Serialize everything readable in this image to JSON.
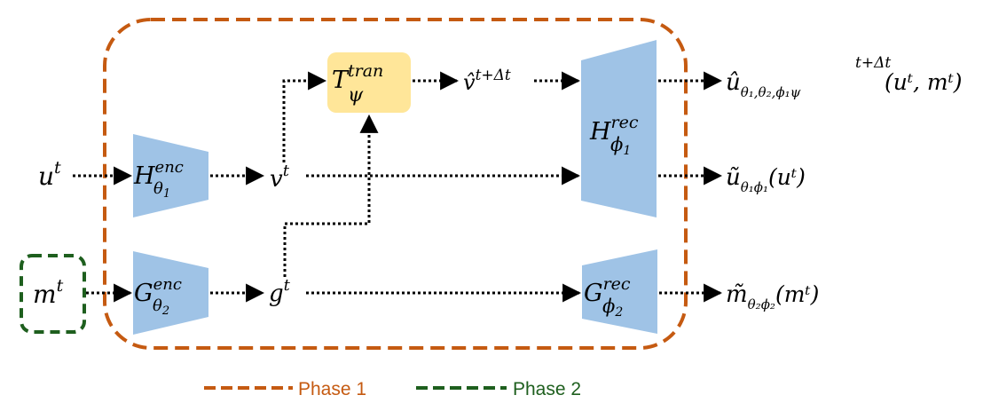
{
  "colors": {
    "phase1": "#c55a11",
    "phase2": "#1e5f1e",
    "encoder_fill": "#9fc3e6",
    "transition_fill": "#ffe699",
    "line": "#000000"
  },
  "inputs": {
    "u": {
      "base": "u",
      "sup": "t"
    },
    "m": {
      "base": "m",
      "sup": "t"
    }
  },
  "blocks": {
    "h_enc": {
      "base": "H",
      "sup": "enc",
      "sub": "θ",
      "subsub": "1"
    },
    "g_enc": {
      "base": "G",
      "sup": "enc",
      "sub": "θ",
      "subsub": "2"
    },
    "t_tran": {
      "base": "T",
      "sup": "tran",
      "sub": "ψ"
    },
    "h_rec": {
      "base": "H",
      "sup": "rec",
      "sub": "ϕ",
      "subsub": "1"
    },
    "g_rec": {
      "base": "G",
      "sup": "rec",
      "sub": "ϕ",
      "subsub": "2"
    }
  },
  "latents": {
    "v": {
      "base": "v",
      "sup": "t"
    },
    "g": {
      "base": "g",
      "sup": "t"
    },
    "v_hat": {
      "base": "v̂",
      "sup": "t+Δt"
    }
  },
  "outputs": {
    "u_hat": {
      "base": "û",
      "sub": "θ₁,θ₂,ϕ₁ψ",
      "sup": "t+Δt",
      "args": "(uᵗ, mᵗ)"
    },
    "u_tilde": {
      "base": "ũ",
      "sub": "θ₁ϕ₁",
      "args": "(uᵗ)"
    },
    "m_tilde": {
      "base": "m̃",
      "sub": "θ₂ϕ₂",
      "args": "(mᵗ)"
    }
  },
  "legend": {
    "phase1": "Phase 1",
    "phase2": "Phase 2"
  }
}
